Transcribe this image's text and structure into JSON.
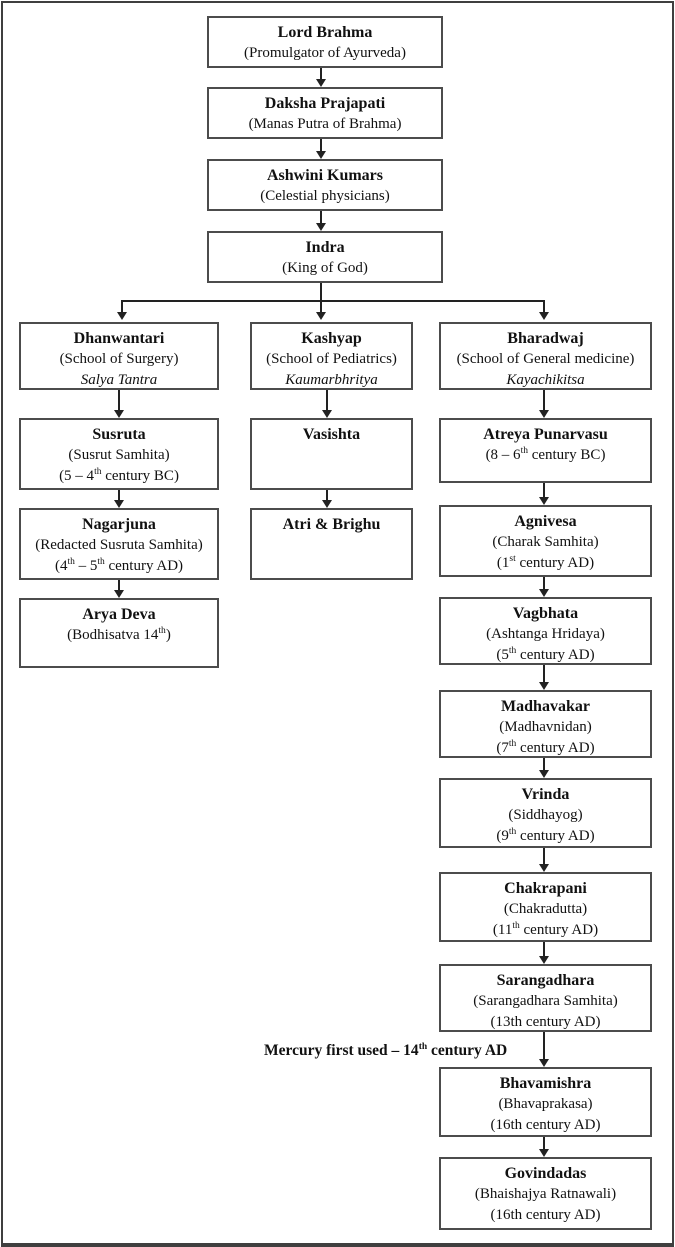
{
  "colors": {
    "background": "#ffffff",
    "outer_border": "#3f3f3f",
    "box_border": "#4c4c4c",
    "text": "#111111",
    "connector": "#222222"
  },
  "flowchart": {
    "top_chain": [
      {
        "name": "Lord Brahma",
        "subtitle": "(Promulgator of Ayurveda)"
      },
      {
        "name": "Daksha Prajapati",
        "subtitle": "(Manas Putra of Brahma)"
      },
      {
        "name": "Ashwini Kumars",
        "subtitle": "(Celestial physicians)"
      },
      {
        "name": "Indra",
        "subtitle": "(King of God)"
      }
    ],
    "left_column": [
      {
        "name": "Dhanwantari",
        "line1": "(School of Surgery)",
        "line2": "Salya Tantra"
      },
      {
        "name": "Susruta",
        "line1": "(Susrut Samhita)",
        "line2": "(5 – 4<sup>th</sup> century BC)"
      },
      {
        "name": "Nagarjuna",
        "line1": "(Redacted Susruta Samhita)",
        "line2": "(4<sup>th</sup> – 5<sup>th</sup> century AD)"
      },
      {
        "name": "Arya Deva",
        "line1": "(Bodhisatva 14<sup>th</sup>)"
      }
    ],
    "middle_column": [
      {
        "name": "Kashyap",
        "line1": "(School of Pediatrics)",
        "line2": "Kaumarbhritya"
      },
      {
        "name": "Vasishta"
      },
      {
        "name": "Atri & Brighu"
      }
    ],
    "right_column": [
      {
        "name": "Bharadwaj",
        "line1": "(School of General medicine)",
        "line2": "Kayachikitsa"
      },
      {
        "name": "Atreya Punarvasu",
        "line1": "(8 – 6<sup>th</sup> century BC)"
      },
      {
        "name": "Agnivesa",
        "line1": "(Charak Samhita)",
        "line2": "(1<sup>st</sup> century AD)"
      },
      {
        "name": "Vagbhata",
        "line1": "(Ashtanga Hridaya)",
        "line2": "(5<sup>th</sup> century AD)"
      },
      {
        "name": "Madhavakar",
        "line1": "(Madhavnidan)",
        "line2": "(7<sup>th</sup> century AD)"
      },
      {
        "name": "Vrinda",
        "line1": "(Siddhayog)",
        "line2": "(9<sup>th</sup> century AD)"
      },
      {
        "name": "Chakrapani",
        "line1": "(Chakradutta)",
        "line2": "(11<sup>th</sup> century AD)"
      },
      {
        "name": "Sarangadhara",
        "line1": "(Sarangadhara Samhita)",
        "line2": "(13th century AD)"
      },
      {
        "name": "Bhavamishra",
        "line1": "(Bhavaprakasa)",
        "line2": "(16th century AD)"
      },
      {
        "name": "Govindadas",
        "line1": "(Bhaishajya Ratnawali)",
        "line2": "(16th century AD)"
      }
    ],
    "annotation": "Mercury first used – 14<sup>th</sup> century AD"
  }
}
